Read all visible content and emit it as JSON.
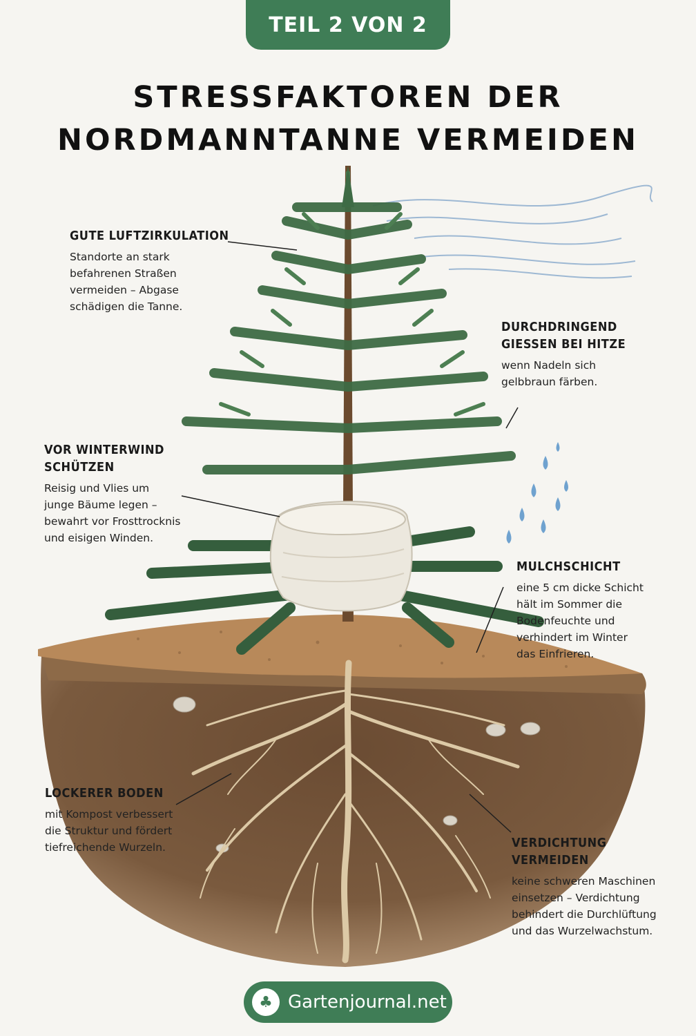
{
  "badge": "TEIL 2 VON 2",
  "title": {
    "line1": "STRESSFAKTOREN DER",
    "line2": "NORDMANNTANNE VERMEIDEN"
  },
  "labels": {
    "luft": {
      "heading": "GUTE LUFTZIRKULATION",
      "lines": [
        "Standorte an stark",
        "befahrenen Straßen",
        "vermeiden – Abgase",
        "schädigen die Tanne."
      ]
    },
    "giessen": {
      "heading1": "DURCHDRINGEND",
      "heading2": "GIESSEN BEI HITZE",
      "lines": [
        "wenn Nadeln sich",
        "gelbbraun färben."
      ]
    },
    "wind": {
      "heading1": "VOR WINTERWIND",
      "heading2": "SCHÜTZEN",
      "lines": [
        "Reisig und Vlies um",
        "junge Bäume legen –",
        "bewahrt vor Frosttrocknis",
        "und eisigen Winden."
      ]
    },
    "mulch": {
      "heading": "MULCHSCHICHT",
      "lines": [
        "eine 5 cm dicke Schicht",
        "hält im Sommer die",
        "Bodenfeuchte und",
        "verhindert im Winter",
        "das Einfrieren."
      ]
    },
    "boden": {
      "heading": "LOCKERER BODEN",
      "lines": [
        "mit Kompost verbessert",
        "die Struktur und fördert",
        "tiefreichende Wurzeln."
      ]
    },
    "verdichtung": {
      "heading1": "VERDICHTUNG",
      "heading2": "VERMEIDEN",
      "lines": [
        "keine schweren Maschinen",
        "einsetzen – Verdichtung",
        "behindert die Durchlüftung",
        "und das Wurzelwachstum."
      ]
    }
  },
  "footer": {
    "brand": "Gartenjournal.net",
    "logo_icon": "seedling-icon"
  },
  "colors": {
    "green": "#3f7d56",
    "needle": "#3e6b45",
    "soil": "#7a5a3e",
    "mulch": "#b8895a",
    "root": "#dcc9a6",
    "water": "#6fa2cf",
    "fleece": "#ece8de"
  }
}
